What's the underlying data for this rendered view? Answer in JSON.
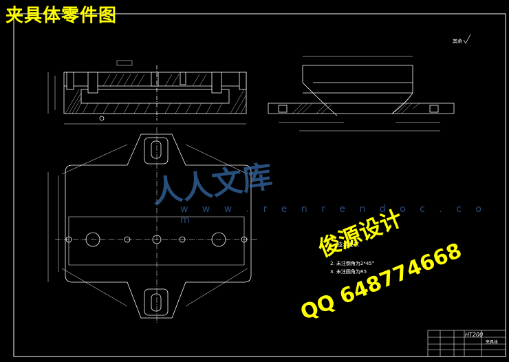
{
  "title": "夹具体零件图",
  "watermark": {
    "brand": "人人文库",
    "url": "w w w . r e n r e n d o c . c o m"
  },
  "promo": {
    "designer": "俊源设计",
    "qq": "QQ 648774668"
  },
  "roughness_note": "其余",
  "title_block": {
    "material": "HT200",
    "part_name": "夹具体"
  },
  "tech_notes": [
    "技术要求",
    "2. 未注倒角为2*45°",
    "3. 未注圆角为R5"
  ],
  "colors": {
    "background": "#000000",
    "lines": "#ffffff",
    "title": "#ffff00",
    "hatch": "#ffffff",
    "watermark": "#3a6fb0"
  }
}
